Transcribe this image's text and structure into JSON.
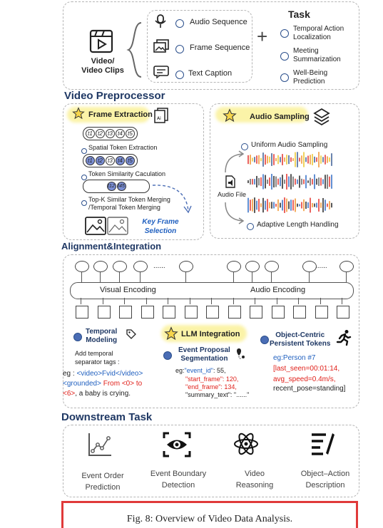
{
  "top": {
    "video_label": "Video/\nVideo Clips",
    "inputs": [
      "Audio Sequence",
      "Frame Sequence",
      "Text Caption"
    ],
    "plus": "+",
    "task_title": "Task",
    "tasks": [
      "Temporal Action\nLocalization",
      "Meeting\nSummarization",
      "Well-Being\nPrediction"
    ]
  },
  "preprocessor": {
    "title": "Video Preprocessor",
    "frame_extraction": "Frame Extraction",
    "tokens_a": [
      "t1",
      "t2",
      "t3",
      "t4",
      "t5"
    ],
    "step1": "Spatial Token Extraction",
    "step2": "Token Similarity Caculation",
    "merged_tokens": [
      "t12",
      "t45"
    ],
    "step3": "Top-K Similar Token Merging\n/Temporal Token Merging",
    "key_frame": "Key Frame\nSelection",
    "audio_sampling": "Audio Sampling",
    "uniform": "Uniform Audio Sampling",
    "audio_file": "Audio File",
    "adaptive": "Adaptive Length Handling"
  },
  "alignment": {
    "title": "Alignment&Integration",
    "dots": "......",
    "visual_encoding": "Visual Encoding",
    "audio_encoding": "Audio Encoding",
    "temporal_title": "Temporal\nModeling",
    "temporal_desc": "Add temporal\nseparator tags :",
    "example_prefix": "eg : ",
    "example_tags": "<video>Fvid</video>\n<grounded>",
    "example_red": "From <0> to\n<6>",
    "example_tail": ", a baby is crying.",
    "llm": "LLM Integration",
    "event_title": "Event Proposal\nSegmentation",
    "event_eg": "eg:",
    "event_key1": "\"event_id\"",
    "event_val1": ": 55,",
    "event_lines": "\"start_frame\": 120,\n\"end_frame\": 134,",
    "event_summary": "\"summary_text\": \"......\"",
    "object_title": "Object-Centric\nPersistent Tokens",
    "object_eg": "eg:Person #7",
    "object_red": "[last_seen=00:01:14,\navg_speed=0.4m/s,",
    "object_tail": "recent_pose=standing]"
  },
  "downstream": {
    "title": "Downstream Task",
    "items": [
      "Event Order\nPrediction",
      "Event Boundary\nDetection",
      "Video\nReasoning",
      "Object–Action\nDescription"
    ]
  },
  "caption": "Fig. 8: Overview of Video Data Analysis.",
  "colors": {
    "title": "#1f3864",
    "node": "#2b4f8c",
    "red": "#e0201a",
    "blue": "#1f5fbf",
    "highlight": "#fbf3a8",
    "caption_border": "#e03a3a"
  }
}
